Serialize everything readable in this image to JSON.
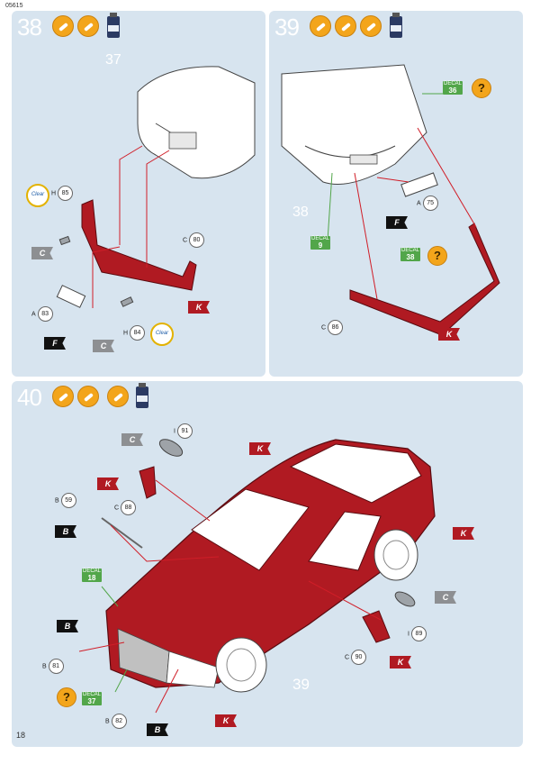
{
  "document_code": "05615",
  "page_number": "18",
  "steps": [
    {
      "number": "38",
      "assembly_ref": "37",
      "callouts": [
        {
          "letter": "H",
          "num": "85"
        },
        {
          "letter": "A",
          "num": "83"
        },
        {
          "letter": "C",
          "num": "80"
        },
        {
          "letter": "H",
          "num": "84"
        }
      ],
      "flags": [
        "C",
        "F",
        "C",
        "K"
      ],
      "badges": [
        "Clear",
        "Clear"
      ]
    },
    {
      "number": "39",
      "assembly_ref": "38",
      "callouts": [
        {
          "letter": "A",
          "num": "75"
        },
        {
          "letter": "C",
          "num": "86"
        }
      ],
      "decals": [
        {
          "label": "DECAL",
          "num": "36"
        },
        {
          "label": "DECAL",
          "num": "9"
        },
        {
          "label": "DECAL",
          "num": "38"
        }
      ],
      "flags": [
        "F",
        "K"
      ]
    },
    {
      "number": "40",
      "assembly_ref": "39",
      "callouts": [
        {
          "letter": "I",
          "num": "91"
        },
        {
          "letter": "C",
          "num": "88"
        },
        {
          "letter": "B",
          "num": "59"
        },
        {
          "letter": "B",
          "num": "81"
        },
        {
          "letter": "I",
          "num": "89"
        },
        {
          "letter": "C",
          "num": "90"
        },
        {
          "letter": "B",
          "num": "82"
        }
      ],
      "decals": [
        {
          "label": "DECAL",
          "num": "18"
        },
        {
          "label": "DECAL",
          "num": "37"
        }
      ],
      "flags": [
        "C",
        "K",
        "B",
        "B",
        "K",
        "K",
        "C",
        "K",
        "B",
        "K"
      ]
    }
  ],
  "colors": {
    "panel": "#d7e4ef",
    "body_red": "#b01a22",
    "accent_orange": "#f3a51b",
    "decal_green": "#52a64a"
  },
  "icons": [
    "glue-icon",
    "paint-brush-icon",
    "decal-icon",
    "paint-bottle-icon",
    "question-icon",
    "clear-badge-icon"
  ]
}
